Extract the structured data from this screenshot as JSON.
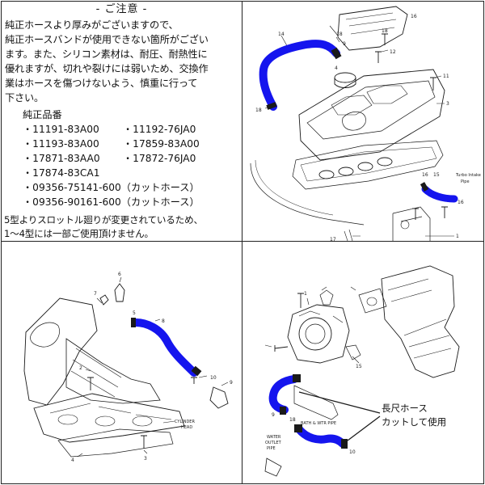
{
  "notes": {
    "title": "- ご注意 -",
    "body_lines": [
      "純正ホースより厚みがございますので、",
      "純正ホースバンドが使用できない箇所がござい",
      "ます。また、シリコン素材は、耐圧、耐熱性に",
      "優れますが、切れや裂けには弱いため、交換作",
      "業はホースを傷つけないよう、慎重に行って",
      "下さい。"
    ],
    "parts_heading": "純正品番",
    "parts": [
      "・11191-83A00",
      "・11192-76JA0",
      "・11193-83A00",
      "・17859-83A00",
      "・17871-83AA0",
      "・17872-76JA0",
      "・17874-83CA1",
      "・09356-75141-600（カットホース）",
      "・09356-90161-600（カットホース）"
    ],
    "footer_lines": [
      "5型よりスロットル廻りが変更されているため、",
      "1～4型には一部ご使用頂けません。"
    ]
  },
  "diagram_labels": {
    "valve_cover": {
      "n18a": "18",
      "n16": "16",
      "n18b": "18",
      "n12": "12",
      "n14": "14",
      "n11": "11",
      "n9": "9",
      "n3": "3",
      "n18c": "18",
      "n15": "15",
      "n16b": "16",
      "n16c": "16",
      "n17": "17",
      "n1": "1",
      "n4": "4",
      "turbo_intake": "Turbo Intake",
      "pipe": "Pipe"
    },
    "manifold": {
      "n6": "6",
      "n7": "7",
      "n5": "5",
      "n8": "8",
      "n10": "10",
      "n9": "9",
      "n2": "2",
      "n3": "3",
      "n4": "4",
      "cylinder": "CYLINDER",
      "head": "HEAD"
    },
    "throttle": {
      "n1": "1",
      "n15": "15",
      "n9": "9",
      "n18": "18",
      "n10": "10",
      "bath": "BATH & WTR PIPE",
      "water": "WATER",
      "outlet": "OUTLET",
      "pipe": "PIPE"
    }
  },
  "callout": {
    "line1": "長尺ホース",
    "line2": "カットして使用"
  },
  "colors": {
    "hose": "#1515ee",
    "line": "#1a1a1a",
    "border": "#222222"
  }
}
